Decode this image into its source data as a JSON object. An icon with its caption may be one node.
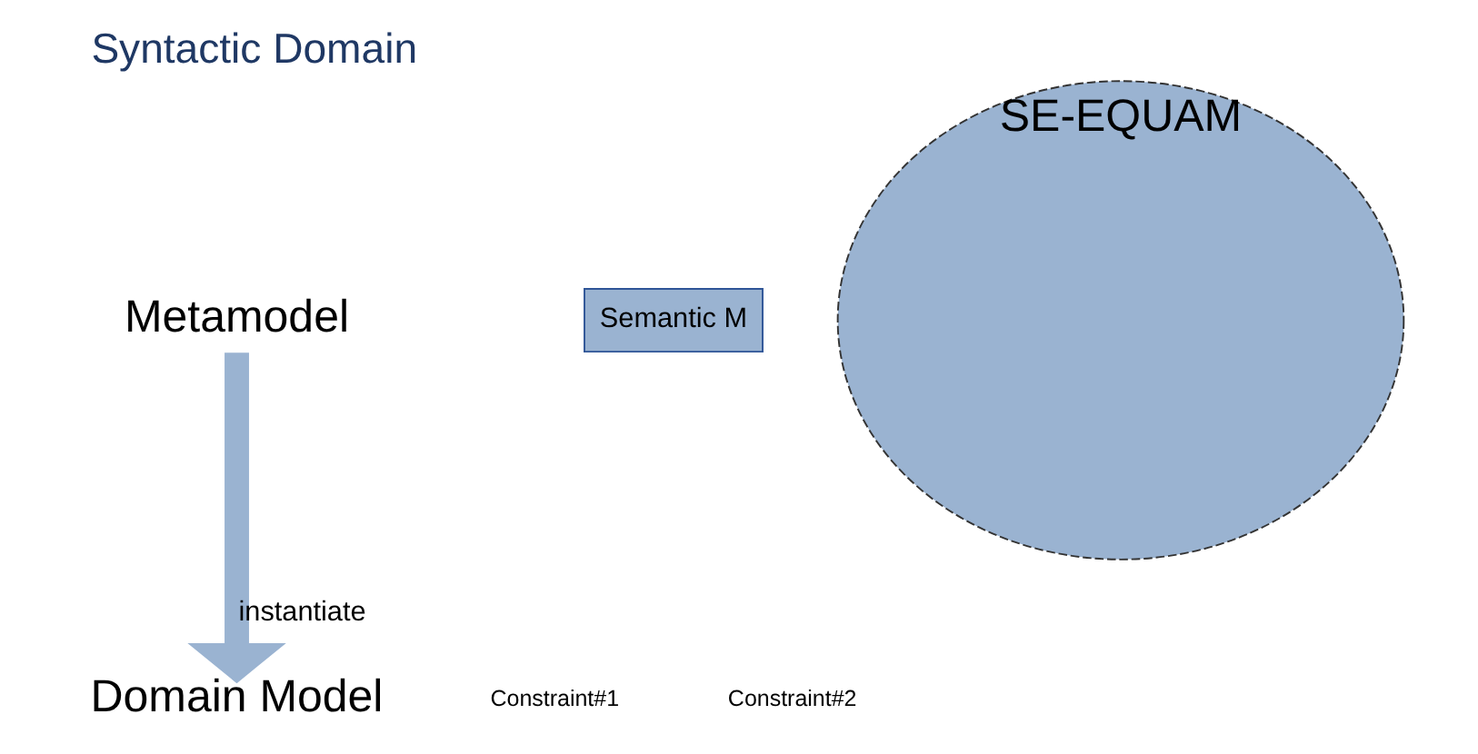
{
  "diagram": {
    "title": "Syntactic Domain",
    "nodes": [
      {
        "text": [
          "Metamodel"
        ]
      },
      {
        "text": [
          "Domain Model"
        ]
      },
      {
        "text": [
          "Semantic M"
        ]
      },
      {
        "text": [
          "SE-EQUAM"
        ]
      }
    ],
    "edges": [
      {
        "from": 0,
        "to": 1,
        "arrow": "to",
        "label": "instantiate"
      }
    ],
    "labels": [
      "Constraint#1",
      "Constraint#2"
    ]
  }
}
